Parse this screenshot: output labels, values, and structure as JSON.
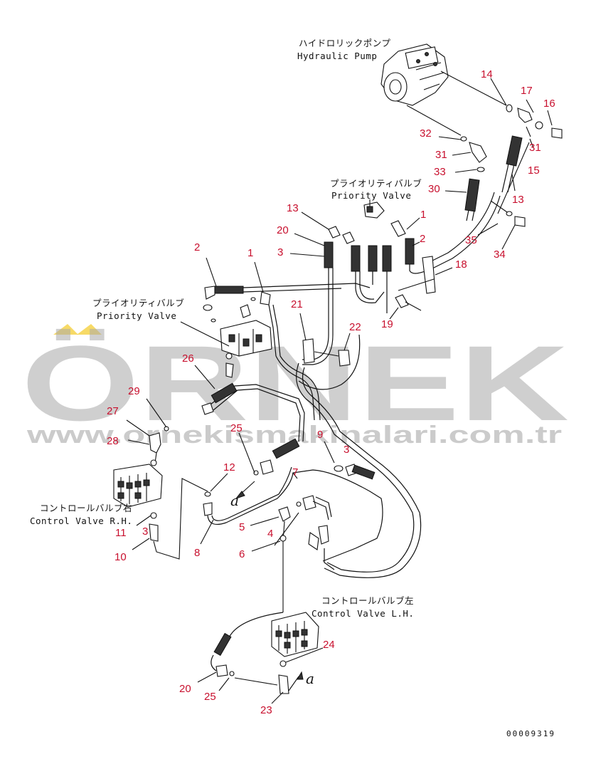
{
  "labels": {
    "pump_jp": "ハイドロリックポンプ",
    "pump_en": "Hydraulic Pump",
    "pv_top_jp": "プライオリティバルブ",
    "pv_top_en": "Priority Valve",
    "pv_left_jp": "プライオリティバルブ",
    "pv_left_en": "Priority Valve",
    "cv_rh_jp": "コントロールバルブ右",
    "cv_rh_en": "Control Valve R.H.",
    "cv_lh_jp": "コントロールバルブ左",
    "cv_lh_en": "Control Valve L.H.",
    "ref_a_1": "a",
    "ref_a_2": "a",
    "doc_number": "00009319"
  },
  "callouts": [
    "14",
    "17",
    "16",
    "31",
    "15",
    "32",
    "31",
    "33",
    "13",
    "30",
    "1",
    "2",
    "13",
    "20",
    "3",
    "35",
    "34",
    "18",
    "2",
    "1",
    "3",
    "21",
    "22",
    "19",
    "26",
    "29",
    "27",
    "28",
    "25",
    "12",
    "9",
    "3",
    "7",
    "11",
    "10",
    "5",
    "4",
    "8",
    "6",
    "24",
    "20",
    "25",
    "23"
  ],
  "watermark": {
    "brand": "ÖRNEK",
    "url": "www.ornekismakinalari.com.tr",
    "accent_color": "#f2c200"
  },
  "colors": {
    "callout": "#c8102e",
    "line": "#111111",
    "watermark": "#a9a9a9"
  }
}
